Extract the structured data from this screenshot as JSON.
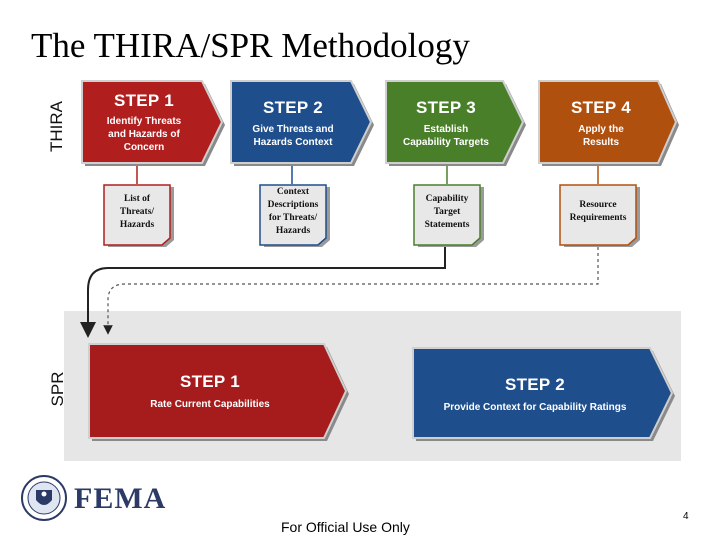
{
  "title": "The THIRA/SPR Methodology",
  "sections": {
    "thira": "THIRA",
    "spr": "SPR"
  },
  "thira_steps": [
    {
      "title": "STEP 1",
      "lines": [
        "Identify Threats",
        "and Hazards of",
        "Concern"
      ],
      "color": "#b01e1e"
    },
    {
      "title": "STEP 2",
      "lines": [
        "Give Threats and",
        "Hazards Context"
      ],
      "color": "#1f4e8c"
    },
    {
      "title": "STEP 3",
      "lines": [
        "Establish",
        "Capability Targets"
      ],
      "color": "#4a7f2a"
    },
    {
      "title": "STEP 4",
      "lines": [
        "Apply the",
        "Results"
      ],
      "color": "#b0500f"
    }
  ],
  "outputs": [
    {
      "lines": [
        "List of",
        "Threats/",
        "Hazards"
      ]
    },
    {
      "lines": [
        "Context",
        "Descriptions",
        "for Threats/",
        "Hazards"
      ]
    },
    {
      "lines": [
        "Capability",
        "Target",
        "Statements"
      ]
    },
    {
      "lines": [
        "Resource",
        "Requirements"
      ]
    }
  ],
  "spr_steps": [
    {
      "title": "STEP 1",
      "sub": "Rate Current Capabilities",
      "color": "#a61c1c"
    },
    {
      "title": "STEP 2",
      "sub": "Provide Context for Capability Ratings",
      "color": "#1f4e8c"
    }
  ],
  "footer": "For Official Use Only",
  "page_number": "4",
  "logo_text": "FEMA"
}
